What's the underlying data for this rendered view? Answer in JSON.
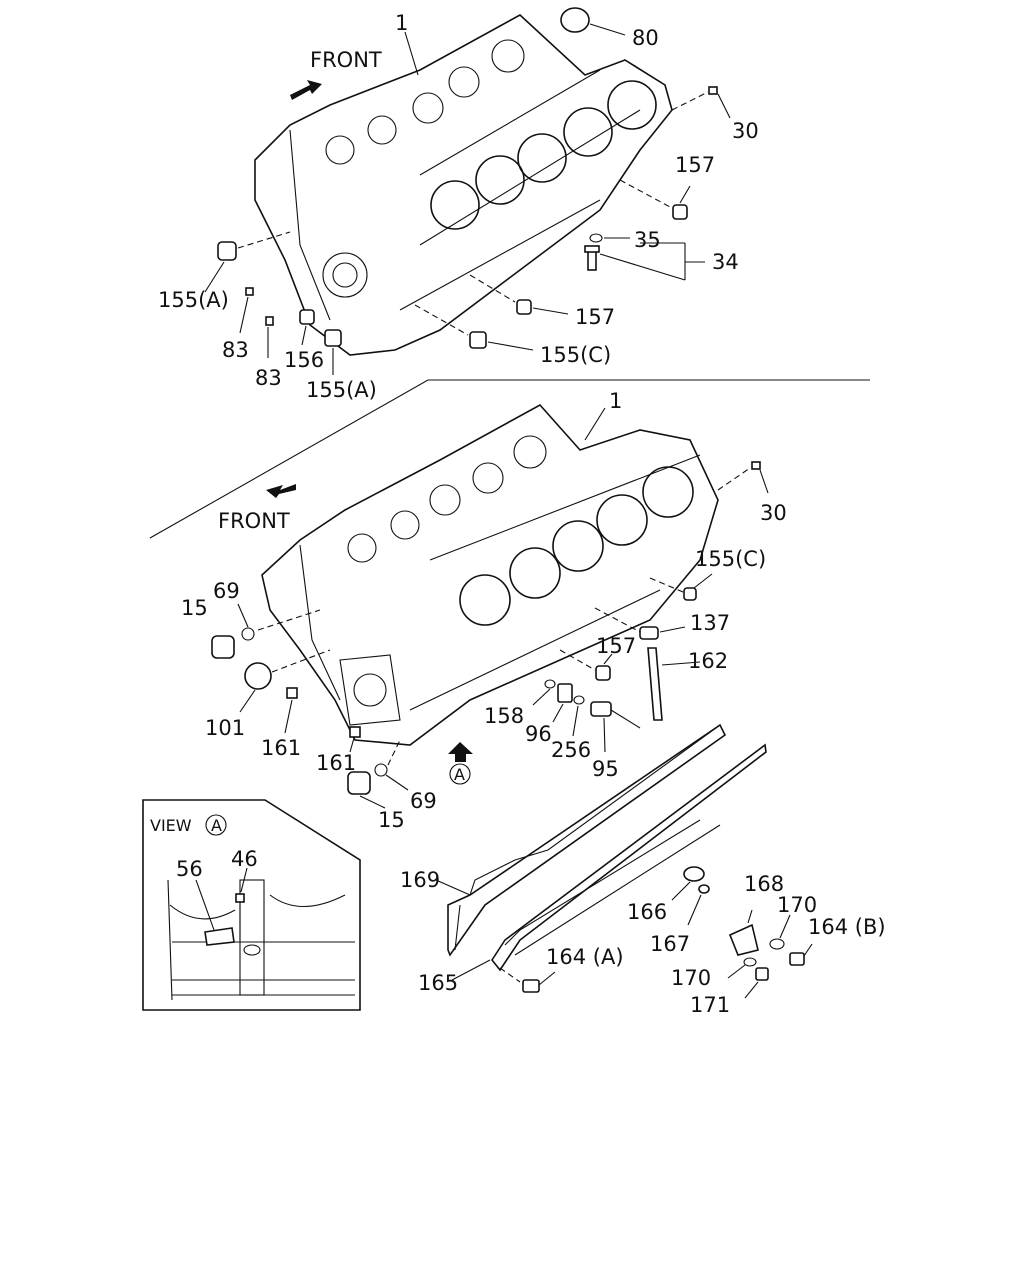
{
  "front_label": "FRONT",
  "view_label": "VIEW",
  "view_marker": "A",
  "labels": {
    "l1_top": "1",
    "l80": "80",
    "l30_top": "30",
    "l157_top": "157",
    "l35": "35",
    "l34": "34",
    "l155a_left": "155(A)",
    "l83a": "83",
    "l83b": "83",
    "l156": "156",
    "l155a_bottom": "155(A)",
    "l157_mid": "157",
    "l155c_top": "155(C)",
    "l1_bottom": "1",
    "l30_bottom": "30",
    "l155c_bottom": "155(C)",
    "l137": "137",
    "l157_low": "157",
    "l162": "162",
    "l158": "158",
    "l96": "96",
    "l256": "256",
    "l95": "95",
    "l69a": "69",
    "l15a": "15",
    "l101": "101",
    "l161a": "161",
    "l161b": "161",
    "l69b": "69",
    "l15b": "15",
    "l56": "56",
    "l46": "46",
    "l169": "169",
    "l165": "165",
    "l164a": "164 (A)",
    "l166": "166",
    "l167": "167",
    "l168": "168",
    "l170a": "170",
    "l164b": "164 (B)",
    "l170b": "170",
    "l171": "171"
  }
}
